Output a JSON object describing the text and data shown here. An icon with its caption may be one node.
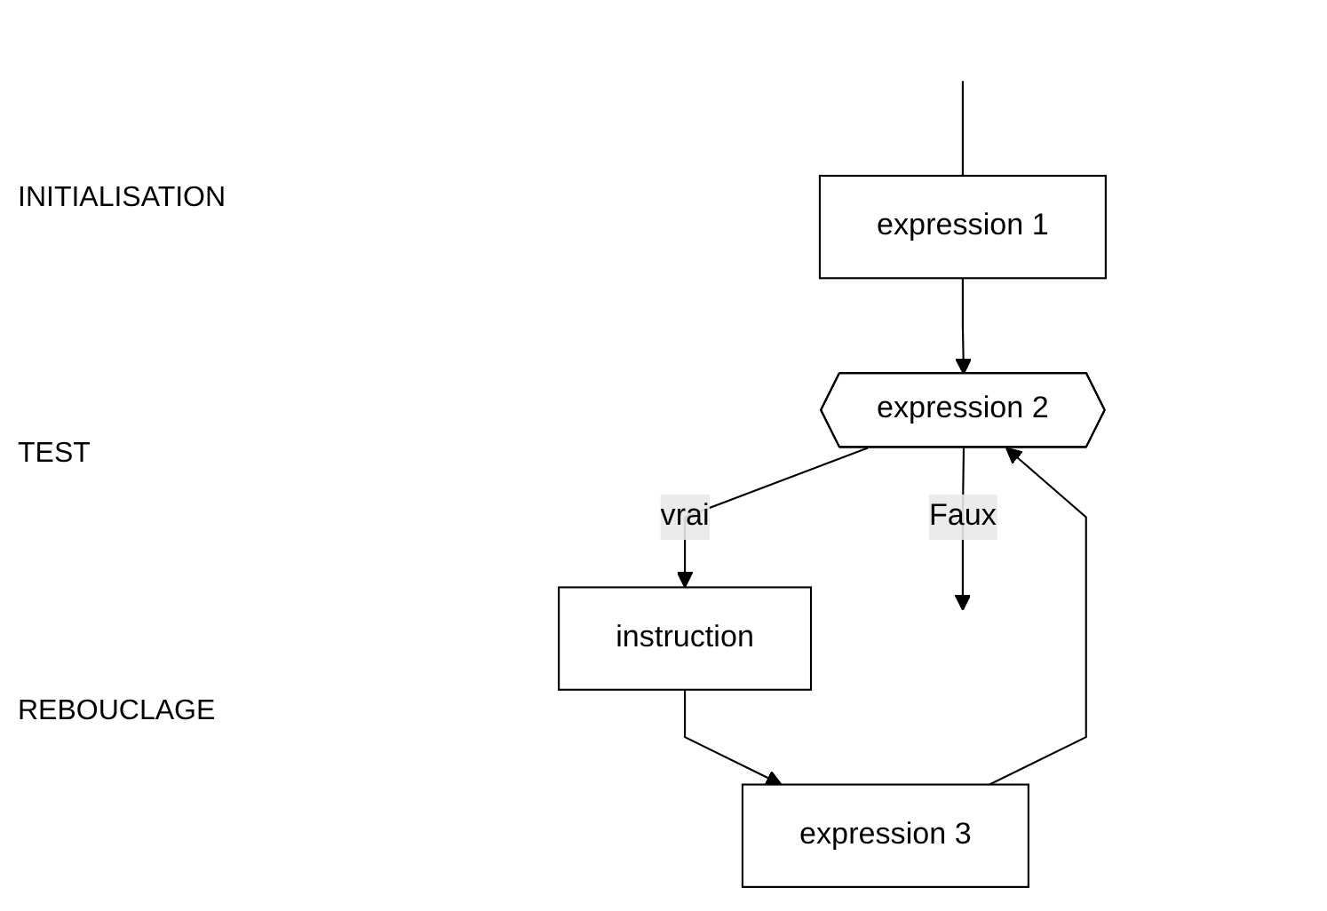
{
  "diagram": {
    "nodes": [
      {
        "text": [
          "expression 1"
        ]
      },
      {
        "text": [
          "expression 2"
        ]
      },
      {
        "text": [
          "instruction"
        ]
      },
      {
        "text": [
          "expression 3"
        ]
      }
    ],
    "edges": [
      {
        "from": null,
        "to": 0,
        "arrow": "none"
      },
      {
        "from": 0,
        "to": 1,
        "arrow": "to"
      },
      {
        "from": 1,
        "to": null,
        "label": "Faux",
        "arrow": "to"
      },
      {
        "from": 1,
        "to": 2,
        "label": "vrai",
        "arrow": "to"
      },
      {
        "from": 2,
        "to": 3,
        "arrow": "to"
      },
      {
        "from": 3,
        "to": 1,
        "arrow": "to"
      }
    ],
    "labels": [
      "INITIALISATION",
      "TEST",
      "REBOUCLAGE"
    ]
  }
}
